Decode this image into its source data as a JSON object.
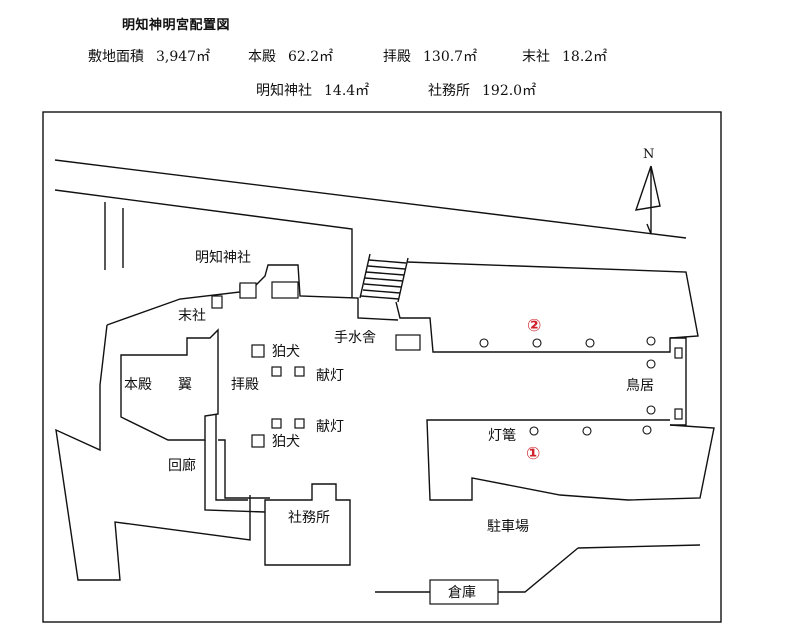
{
  "title": "明知神明宮配置図",
  "areas": [
    {
      "label": "敷地面積",
      "value": "3,947㎡"
    },
    {
      "label": "本殿",
      "value": "62.2㎡"
    },
    {
      "label": "拝殿",
      "value": "130.7㎡"
    },
    {
      "label": "末社",
      "value": "18.2㎡"
    },
    {
      "label": "明知神社",
      "value": "14.4㎡"
    },
    {
      "label": "社務所",
      "value": "192.0㎡"
    }
  ],
  "north_label": "N",
  "labels": {
    "akechi_jinja": "明知神社",
    "massha": "末社",
    "honden": "本殿",
    "tsubasa": "翼",
    "haiden": "拝殿",
    "kairou": "回廊",
    "komainu_top": "狛犬",
    "komainu_bottom": "狛犬",
    "kentou_top": "献灯",
    "kentou_bottom": "献灯",
    "temizuya": "手水舎",
    "torii": "鳥居",
    "tourou": "灯篭",
    "shamusho": "社務所",
    "chuushajou": "駐車場",
    "souko": "倉庫"
  },
  "markers": {
    "one": "①",
    "two": "②"
  }
}
